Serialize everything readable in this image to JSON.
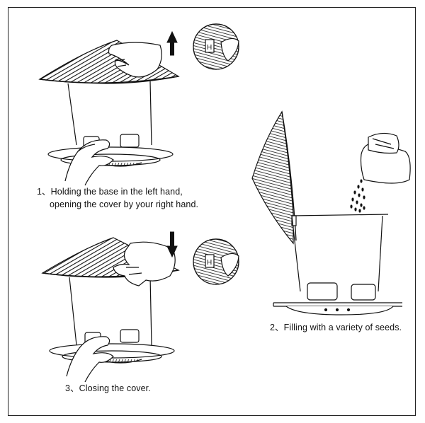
{
  "steps": [
    {
      "number": "1、",
      "line1": "Holding the base in the left hand,",
      "line2": "opening the cover by your right hand."
    },
    {
      "number": "2、",
      "line1": "Filling with a variety of seeds."
    },
    {
      "number": "3、",
      "line1": "Closing the cover."
    }
  ],
  "colors": {
    "ink": "#111111",
    "background": "#ffffff"
  },
  "icons": [
    "up-arrow-icon",
    "down-arrow-icon",
    "magnifier-latch-icon"
  ]
}
